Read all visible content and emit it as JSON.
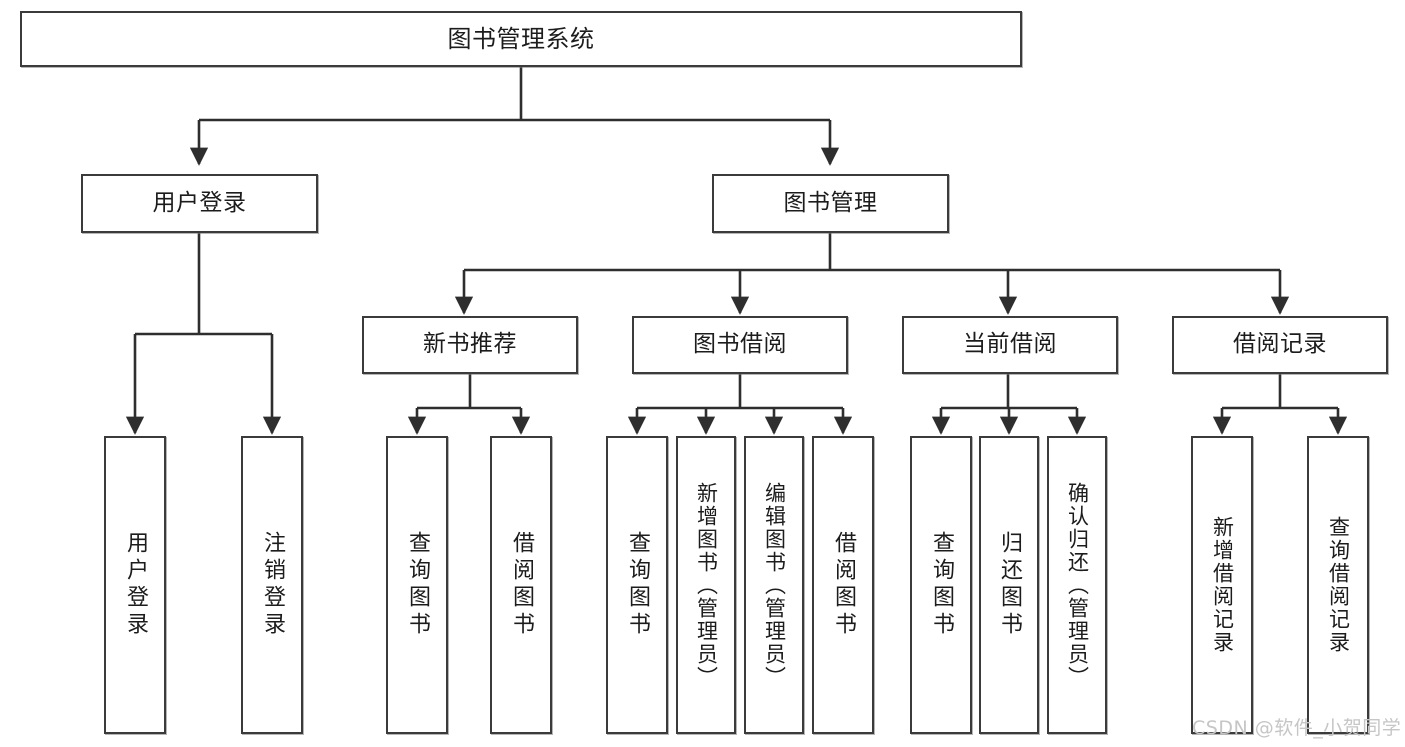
{
  "diagram": {
    "type": "tree-hierarchy-chart",
    "title": "图书管理系统",
    "orientation": "top-down",
    "line_color": "#3b3b3b",
    "box_fill": "#ffffff",
    "text_color": "#1c1c1c",
    "levels": 4
  },
  "root": {
    "label": "图书管理系统"
  },
  "level2": [
    {
      "label": "用户登录"
    },
    {
      "label": "图书管理"
    }
  ],
  "level3": [
    {
      "label": "新书推荐"
    },
    {
      "label": "图书借阅"
    },
    {
      "label": "当前借阅"
    },
    {
      "label": "借阅记录"
    }
  ],
  "leaves": {
    "user_login": [
      {
        "label": "用户登录"
      },
      {
        "label": "注销登录"
      }
    ],
    "new_book_recommend": [
      {
        "label": "查询图书"
      },
      {
        "label": "借阅图书"
      }
    ],
    "book_borrow": [
      {
        "label": "查询图书"
      },
      {
        "label": "新增图书（管理员）"
      },
      {
        "label": "编辑图书（管理员）"
      },
      {
        "label": "借阅图书"
      }
    ],
    "current_borrow": [
      {
        "label": "查询图书"
      },
      {
        "label": "归还图书"
      },
      {
        "label": "确认归还（管理员）"
      }
    ],
    "borrow_record": [
      {
        "label": "新增借阅记录"
      },
      {
        "label": "查询借阅记录"
      }
    ]
  },
  "watermark": {
    "text": "CSDN @软件_小贺同学"
  }
}
